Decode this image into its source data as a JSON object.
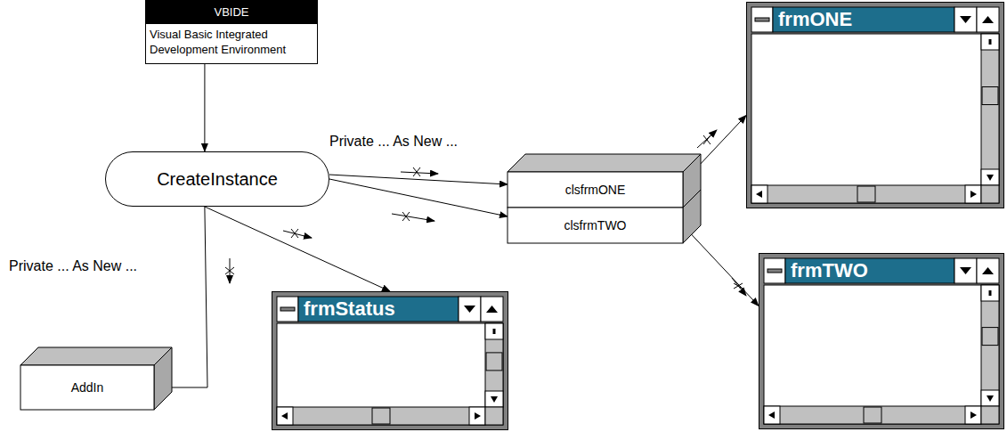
{
  "diagram": {
    "nodes": [
      {
        "text": [
          "VBIDE",
          "Visual Basic Integrated Development Environment"
        ]
      },
      {
        "text": [
          "CreateInstance"
        ]
      },
      {
        "text": [
          "clsfrmONE"
        ]
      },
      {
        "text": [
          "clsfrmTWO"
        ]
      },
      {
        "text": [
          "frmONE"
        ]
      },
      {
        "text": [
          "frmTWO"
        ]
      },
      {
        "text": [
          "frmStatus"
        ]
      },
      {
        "text": [
          "AddIn"
        ]
      }
    ],
    "edges": [
      {
        "from": 0,
        "to": 1,
        "arrow": "to"
      },
      {
        "from": 1,
        "to": 2,
        "label": "Private ... As New ...",
        "arrow": "to"
      },
      {
        "from": 1,
        "to": 3,
        "arrow": "to"
      },
      {
        "from": 1,
        "to": 7,
        "label": "Private ... As New ...",
        "arrow": "to"
      },
      {
        "from": 1,
        "to": 6,
        "arrow": "to"
      },
      {
        "from": 2,
        "to": 4,
        "arrow": "to"
      },
      {
        "from": 3,
        "to": 5,
        "arrow": "to"
      }
    ]
  }
}
